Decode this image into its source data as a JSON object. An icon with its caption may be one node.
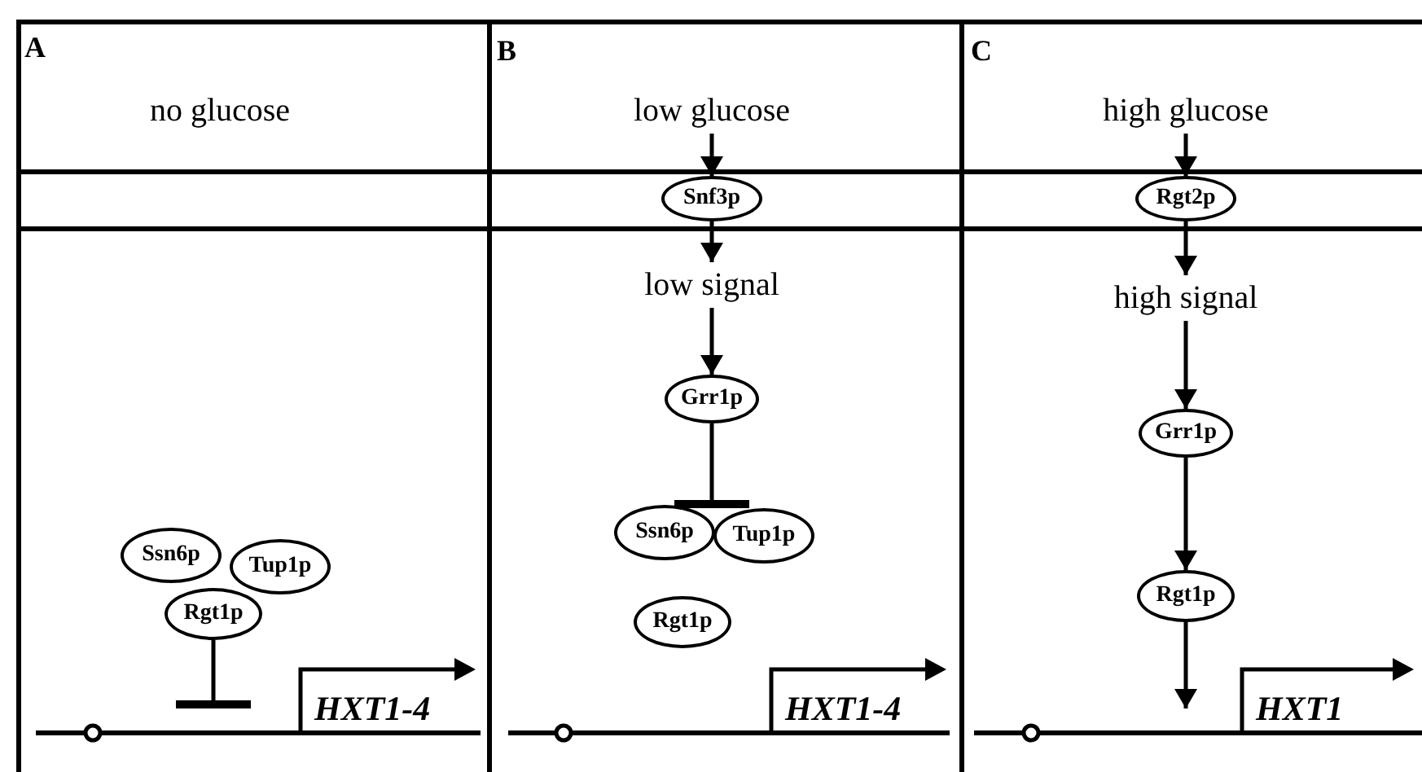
{
  "diagram": {
    "nodes": [
      {
        "text": [
          "no glucose"
        ]
      },
      {
        "text": [
          "Ssn6p"
        ]
      },
      {
        "text": [
          "Tup1p"
        ]
      },
      {
        "text": [
          "Rgt1p"
        ]
      },
      {
        "text": [
          "HXT1-4"
        ]
      },
      {
        "text": [
          "low glucose"
        ]
      },
      {
        "text": [
          "Snf3p"
        ]
      },
      {
        "text": [
          "low signal"
        ]
      },
      {
        "text": [
          "Grr1p"
        ]
      },
      {
        "text": [
          "Ssn6p"
        ]
      },
      {
        "text": [
          "Tup1p"
        ]
      },
      {
        "text": [
          "Rgt1p"
        ]
      },
      {
        "text": [
          "HXT1-4"
        ]
      },
      {
        "text": [
          "high glucose"
        ]
      },
      {
        "text": [
          "Rgt2p"
        ]
      },
      {
        "text": [
          "high signal"
        ]
      },
      {
        "text": [
          "Grr1p"
        ]
      },
      {
        "text": [
          "Rgt1p"
        ]
      },
      {
        "text": [
          "HXT1"
        ]
      }
    ],
    "edges": [
      {
        "from": 3,
        "to": null,
        "arrow": "other"
      },
      {
        "from": 5,
        "to": 6,
        "arrow": "to"
      },
      {
        "from": 6,
        "to": 7,
        "arrow": "to"
      },
      {
        "from": 7,
        "to": 8,
        "arrow": "to"
      },
      {
        "from": 8,
        "to": 9,
        "arrow": "other"
      },
      {
        "from": 13,
        "to": 14,
        "arrow": "to"
      },
      {
        "from": 14,
        "to": 15,
        "arrow": "to"
      },
      {
        "from": 15,
        "to": 16,
        "arrow": "to"
      },
      {
        "from": 16,
        "to": 17,
        "arrow": "to"
      },
      {
        "from": 17,
        "to": null,
        "arrow": "to"
      }
    ],
    "labels": [
      "A",
      "B",
      "C"
    ]
  }
}
